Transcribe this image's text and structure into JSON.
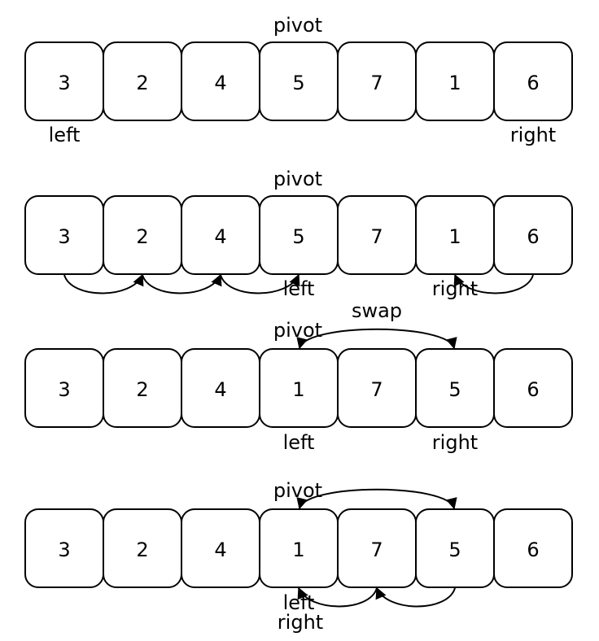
{
  "rows": [
    {
      "cells": [
        "3",
        "2",
        "4",
        "5",
        "7",
        "1",
        "6"
      ],
      "labels": {
        "pivot": "pivot",
        "left": "left",
        "right": "right"
      }
    },
    {
      "cells": [
        "3",
        "2",
        "4",
        "5",
        "7",
        "1",
        "6"
      ],
      "labels": {
        "pivot": "pivot",
        "left": "left",
        "right": "right"
      }
    },
    {
      "cells": [
        "3",
        "2",
        "4",
        "1",
        "7",
        "5",
        "6"
      ],
      "labels": {
        "pivot": "pivot",
        "swap": "swap",
        "left": "left",
        "right": "right"
      }
    },
    {
      "cells": [
        "3",
        "2",
        "4",
        "1",
        "7",
        "5",
        "6"
      ],
      "labels": {
        "pivot": "pivot",
        "left": "left",
        "right": "right"
      }
    }
  ]
}
